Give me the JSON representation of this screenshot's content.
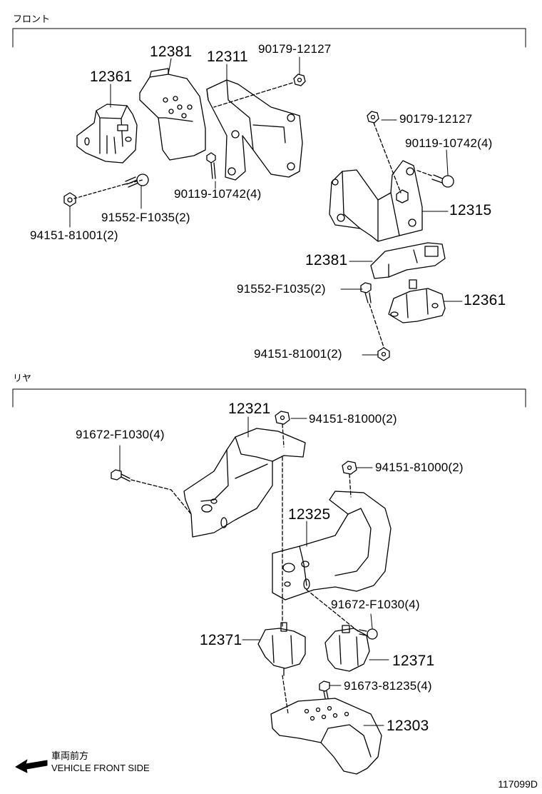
{
  "sections": {
    "front_label": "フロント",
    "rear_label": "リヤ"
  },
  "front_parts": {
    "p12381_left": "12381",
    "p12311": "12311",
    "p90179_top": "90179-12127",
    "p12361_left": "12361",
    "p90179_right": "90179-12127",
    "p90119_right": "90119-10742(4)",
    "p90119_left": "90119-10742(4)",
    "p12315": "12315",
    "p91552_left": "91552-F1035(2)",
    "p94151_left": "94151-81001(2)",
    "p12381_right": "12381",
    "p91552_right": "91552-F1035(2)",
    "p12361_right": "12361",
    "p94151_right": "94151-81001(2)"
  },
  "rear_parts": {
    "p12321": "12321",
    "p94151_top": "94151-81000(2)",
    "p91672_left": "91672-F1030(4)",
    "p94151_right": "94151-81000(2)",
    "p12325": "12325",
    "p91672_right": "91672-F1030(4)",
    "p12371_left": "12371",
    "p12371_right": "12371",
    "p91673": "91673-81235(4)",
    "p12303": "12303"
  },
  "direction": {
    "japanese": "車両前方",
    "english": "VEHICLE FRONT SIDE"
  },
  "figure_id": "117099D"
}
